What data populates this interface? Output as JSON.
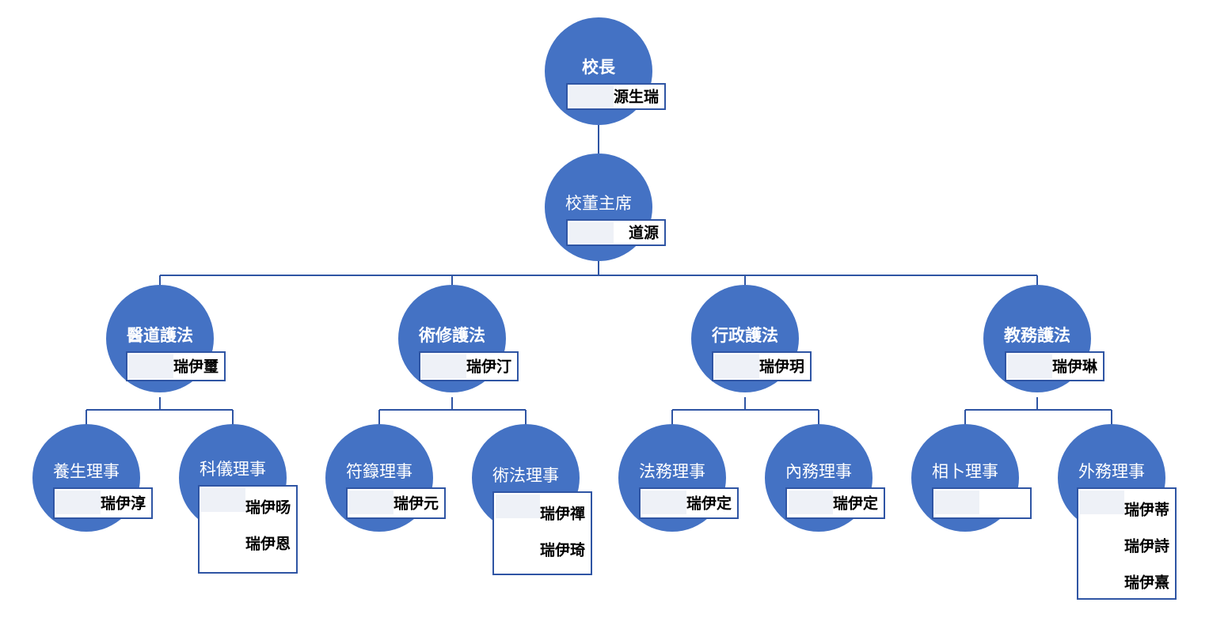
{
  "colors": {
    "node_fill": "#4472c4",
    "connector": "#2f55a4",
    "title_text": "#ffffff",
    "name_text": "#000000",
    "name_box_bg": "#ffffff",
    "name_box_border": "#2f55a4"
  },
  "org": {
    "principal": {
      "title": "校長",
      "names": [
        "源生瑞"
      ]
    },
    "chair": {
      "title": "校董主席",
      "names": [
        "道源"
      ]
    },
    "protectors": [
      {
        "title": "醫道護法",
        "names": [
          "瑞伊璽"
        ]
      },
      {
        "title": "術修護法",
        "names": [
          "瑞伊汀"
        ]
      },
      {
        "title": "行政護法",
        "names": [
          "瑞伊玥"
        ]
      },
      {
        "title": "教務護法",
        "names": [
          "瑞伊琳"
        ]
      }
    ],
    "directors": [
      {
        "title": "養生理事",
        "names": [
          "瑞伊淳"
        ]
      },
      {
        "title": "科儀理事",
        "names": [
          "瑞伊旸",
          "瑞伊恩"
        ]
      },
      {
        "title": "符籙理事",
        "names": [
          "瑞伊元"
        ]
      },
      {
        "title": "術法理事",
        "names": [
          "瑞伊禪",
          "瑞伊琦"
        ]
      },
      {
        "title": "法務理事",
        "names": [
          "瑞伊定"
        ]
      },
      {
        "title": "內務理事",
        "names": [
          "瑞伊定"
        ]
      },
      {
        "title": "相卜理事",
        "names": []
      },
      {
        "title": "外務理事",
        "names": [
          "瑞伊蒂",
          "瑞伊詩",
          "瑞伊熹"
        ]
      }
    ]
  }
}
